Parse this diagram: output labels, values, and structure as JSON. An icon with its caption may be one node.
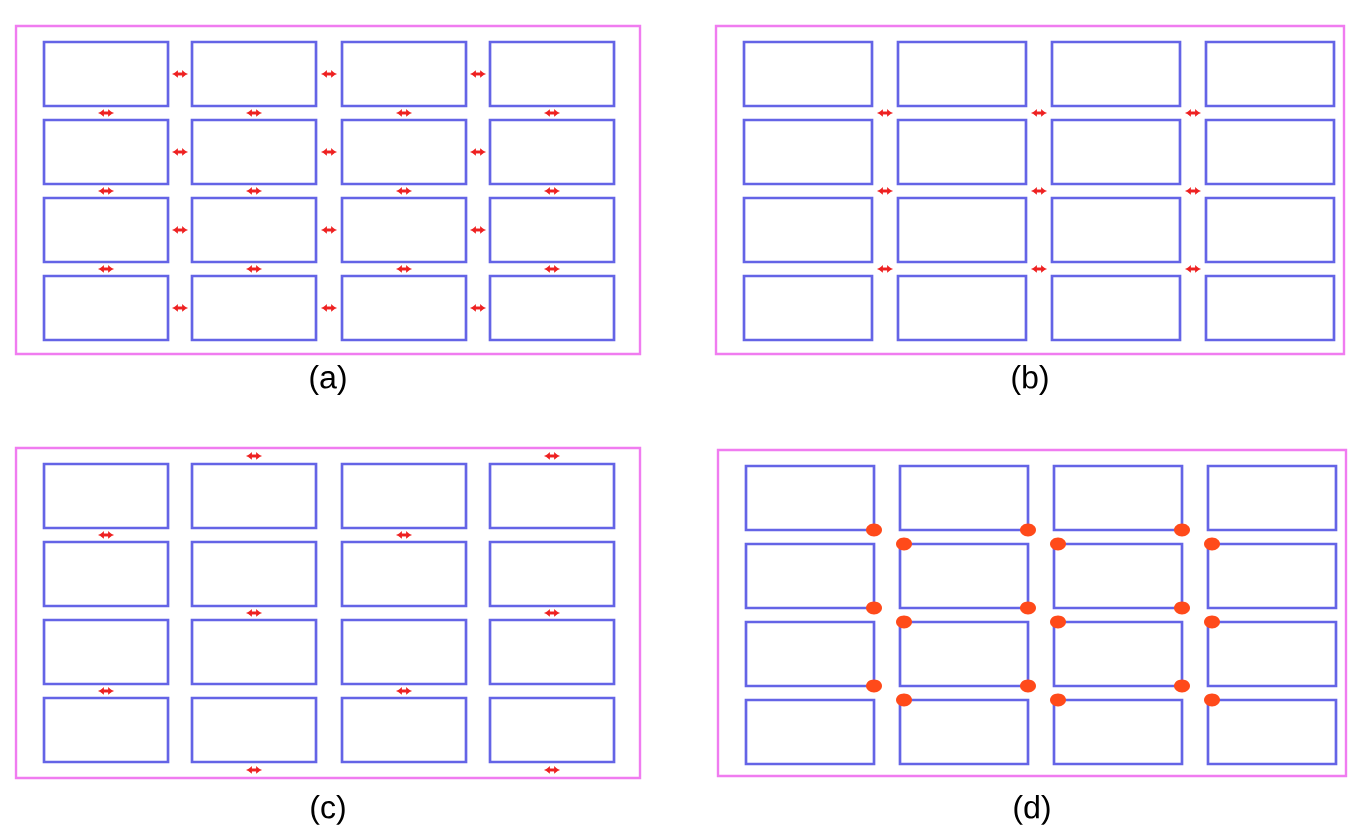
{
  "diagram": {
    "nodes": [
      {
        "text": [
          "(a)"
        ]
      },
      {
        "text": [],
        "shape": "box",
        "in": 0
      },
      {
        "text": [],
        "shape": "box",
        "in": 0
      },
      {
        "text": [],
        "shape": "box",
        "in": 0
      },
      {
        "text": [],
        "shape": "box",
        "in": 0
      },
      {
        "text": [],
        "shape": "box",
        "in": 0
      },
      {
        "text": [],
        "shape": "box",
        "in": 0
      },
      {
        "text": [],
        "shape": "box",
        "in": 0
      },
      {
        "text": [],
        "shape": "box",
        "in": 0
      },
      {
        "text": [],
        "shape": "box",
        "in": 0
      },
      {
        "text": [],
        "shape": "box",
        "in": 0
      },
      {
        "text": [],
        "shape": "box",
        "in": 0
      },
      {
        "text": [],
        "shape": "box",
        "in": 0
      },
      {
        "text": [],
        "shape": "box",
        "in": 0
      },
      {
        "text": [],
        "shape": "box",
        "in": 0
      },
      {
        "text": [],
        "shape": "box",
        "in": 0
      },
      {
        "text": [],
        "shape": "box",
        "in": 0
      },
      {
        "text": [
          "(b)"
        ]
      },
      {
        "text": [],
        "shape": "box",
        "in": 17
      },
      {
        "text": [],
        "shape": "box",
        "in": 17
      },
      {
        "text": [],
        "shape": "box",
        "in": 17
      },
      {
        "text": [],
        "shape": "box",
        "in": 17
      },
      {
        "text": [],
        "shape": "box",
        "in": 17
      },
      {
        "text": [],
        "shape": "box",
        "in": 17
      },
      {
        "text": [],
        "shape": "box",
        "in": 17
      },
      {
        "text": [],
        "shape": "box",
        "in": 17
      },
      {
        "text": [],
        "shape": "box",
        "in": 17
      },
      {
        "text": [],
        "shape": "box",
        "in": 17
      },
      {
        "text": [],
        "shape": "box",
        "in": 17
      },
      {
        "text": [],
        "shape": "box",
        "in": 17
      },
      {
        "text": [],
        "shape": "box",
        "in": 17
      },
      {
        "text": [],
        "shape": "box",
        "in": 17
      },
      {
        "text": [],
        "shape": "box",
        "in": 17
      },
      {
        "text": [],
        "shape": "box",
        "in": 17
      },
      {
        "text": [
          "(c)"
        ]
      },
      {
        "text": [],
        "shape": "box",
        "in": 34
      },
      {
        "text": [],
        "shape": "box",
        "in": 34
      },
      {
        "text": [],
        "shape": "box",
        "in": 34
      },
      {
        "text": [],
        "shape": "box",
        "in": 34
      },
      {
        "text": [],
        "shape": "box",
        "in": 34
      },
      {
        "text": [],
        "shape": "box",
        "in": 34
      },
      {
        "text": [],
        "shape": "box",
        "in": 34
      },
      {
        "text": [],
        "shape": "box",
        "in": 34
      },
      {
        "text": [],
        "shape": "box",
        "in": 34
      },
      {
        "text": [],
        "shape": "box",
        "in": 34
      },
      {
        "text": [],
        "shape": "box",
        "in": 34
      },
      {
        "text": [],
        "shape": "box",
        "in": 34
      },
      {
        "text": [],
        "shape": "box",
        "in": 34
      },
      {
        "text": [],
        "shape": "box",
        "in": 34
      },
      {
        "text": [],
        "shape": "box",
        "in": 34
      },
      {
        "text": [],
        "shape": "box",
        "in": 34
      },
      {
        "text": [
          "(d)"
        ]
      },
      {
        "text": [],
        "shape": "box",
        "in": 51
      },
      {
        "text": [],
        "shape": "box",
        "in": 51
      },
      {
        "text": [],
        "shape": "box",
        "in": 51
      },
      {
        "text": [],
        "shape": "box",
        "in": 51
      },
      {
        "text": [],
        "shape": "box",
        "in": 51
      },
      {
        "text": [],
        "shape": "box",
        "in": 51
      },
      {
        "text": [],
        "shape": "box",
        "in": 51
      },
      {
        "text": [],
        "shape": "box",
        "in": 51
      },
      {
        "text": [],
        "shape": "box",
        "in": 51
      },
      {
        "text": [],
        "shape": "box",
        "in": 51
      },
      {
        "text": [],
        "shape": "box",
        "in": 51
      },
      {
        "text": [],
        "shape": "box",
        "in": 51
      },
      {
        "text": [],
        "shape": "box",
        "in": 51
      },
      {
        "text": [],
        "shape": "box",
        "in": 51
      },
      {
        "text": [],
        "shape": "box",
        "in": 51
      },
      {
        "text": [],
        "shape": "box",
        "in": 51
      }
    ]
  }
}
